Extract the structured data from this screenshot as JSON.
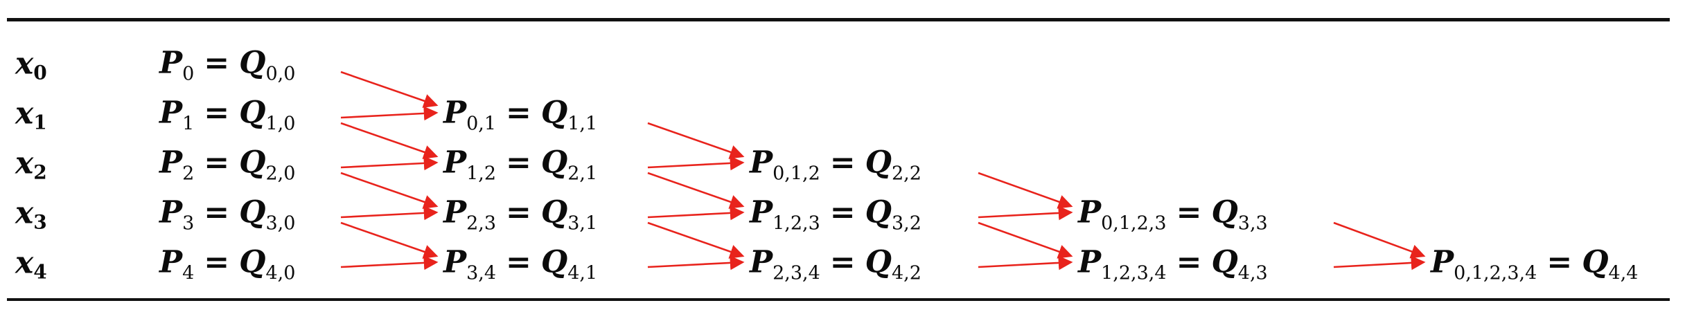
{
  "x_labels": [
    {
      "letter": "x",
      "sub": "0"
    },
    {
      "letter": "x",
      "sub": "1"
    },
    {
      "letter": "x",
      "sub": "2"
    },
    {
      "letter": "x",
      "sub": "3"
    },
    {
      "letter": "x",
      "sub": "4"
    }
  ],
  "columns": [
    [
      {
        "p": "P",
        "psub": "0",
        "eq": "=",
        "q": "Q",
        "qsub": "0,0"
      },
      {
        "p": "P",
        "psub": "1",
        "eq": "=",
        "q": "Q",
        "qsub": "1,0"
      },
      {
        "p": "P",
        "psub": "2",
        "eq": "=",
        "q": "Q",
        "qsub": "2,0"
      },
      {
        "p": "P",
        "psub": "3",
        "eq": "=",
        "q": "Q",
        "qsub": "3,0"
      },
      {
        "p": "P",
        "psub": "4",
        "eq": "=",
        "q": "Q",
        "qsub": "4,0"
      }
    ],
    [
      {
        "p": "P",
        "psub": "0,1",
        "eq": "=",
        "q": "Q",
        "qsub": "1,1"
      },
      {
        "p": "P",
        "psub": "1,2",
        "eq": "=",
        "q": "Q",
        "qsub": "2,1"
      },
      {
        "p": "P",
        "psub": "2,3",
        "eq": "=",
        "q": "Q",
        "qsub": "3,1"
      },
      {
        "p": "P",
        "psub": "3,4",
        "eq": "=",
        "q": "Q",
        "qsub": "4,1"
      }
    ],
    [
      {
        "p": "P",
        "psub": "0,1,2",
        "eq": "=",
        "q": "Q",
        "qsub": "2,2"
      },
      {
        "p": "P",
        "psub": "1,2,3",
        "eq": "=",
        "q": "Q",
        "qsub": "3,2"
      },
      {
        "p": "P",
        "psub": "2,3,4",
        "eq": "=",
        "q": "Q",
        "qsub": "4,2"
      }
    ],
    [
      {
        "p": "P",
        "psub": "0,1,2,3",
        "eq": "=",
        "q": "Q",
        "qsub": "3,3"
      },
      {
        "p": "P",
        "psub": "1,2,3,4",
        "eq": "=",
        "q": "Q",
        "qsub": "4,3"
      }
    ],
    [
      {
        "p": "P",
        "psub": "0,1,2,3,4",
        "eq": "=",
        "q": "Q",
        "qsub": "4,4"
      }
    ]
  ],
  "colors": {
    "arrow": "#e8231c",
    "text": "#0b0b0b",
    "rule": "#111111"
  }
}
